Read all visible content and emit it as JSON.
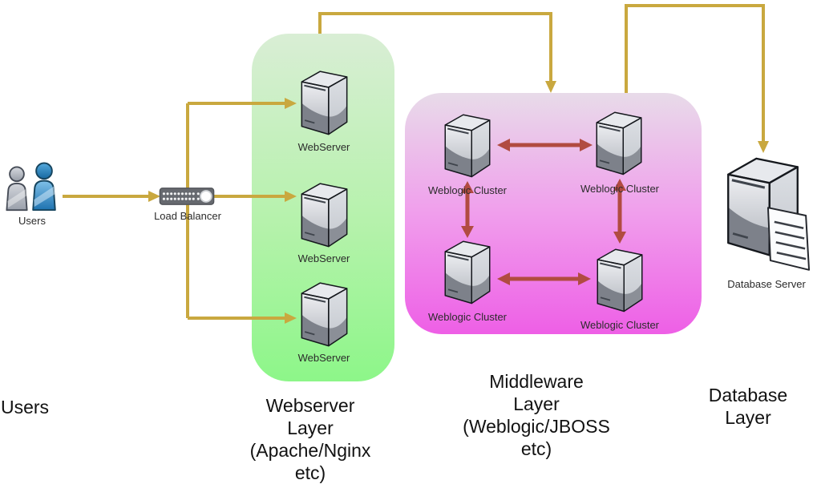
{
  "colors": {
    "flow_arrow": "#c9a83f",
    "cluster_arrow": "#b14b41",
    "webserver_layer_top": "#d9eed5",
    "webserver_layer_bottom": "#8df689",
    "middleware_layer_top": "#e8dbe9",
    "middleware_layer_bottom": "#ee5fe6"
  },
  "icons": {
    "users": "two-user-figures",
    "load_balancer": "rack-appliance",
    "web_server": "server-tower",
    "weblogic_cluster": "server-tower",
    "database_server": "server-tower-with-document"
  },
  "users": {
    "caption": "Users",
    "layer_title": "Users"
  },
  "load_balancer": {
    "caption": "Load Balancer"
  },
  "webserver_layer": {
    "layer_title": "Webserver\nLayer\n(Apache/Nginx\netc)",
    "nodes": [
      {
        "caption": "WebServer"
      },
      {
        "caption": "WebServer"
      },
      {
        "caption": "WebServer"
      }
    ]
  },
  "middleware_layer": {
    "layer_title": "Middleware\nLayer\n(Weblogic/JBOSS\netc)",
    "nodes": [
      {
        "caption": "Weblogic Cluster"
      },
      {
        "caption": "Weblogic Cluster"
      },
      {
        "caption": "Weblogic Cluster"
      },
      {
        "caption": "Weblogic Cluster"
      }
    ]
  },
  "database_layer": {
    "layer_title": "Database\nLayer",
    "node_caption": "Database Server"
  }
}
